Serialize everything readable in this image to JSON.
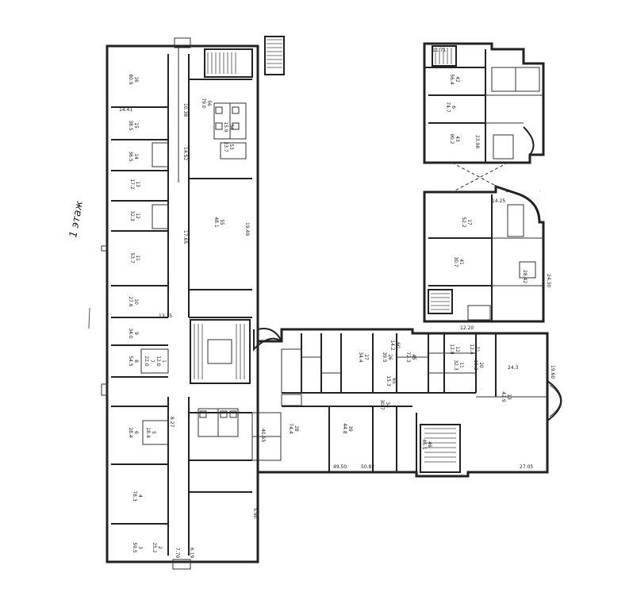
{
  "plan": {
    "floor_note": "1 этаж",
    "colors": {
      "ink": "#222222",
      "paper": "#ffffff"
    },
    "rooms": [
      {
        "num": "16",
        "area": "80.9"
      },
      {
        "num": "15",
        "area": "38.5"
      },
      {
        "num": "14",
        "area": "36.5"
      },
      {
        "num": "13",
        "area": "17.2"
      },
      {
        "num": "12",
        "area": "32.3"
      },
      {
        "num": "11",
        "area": "53.7"
      },
      {
        "num": "10",
        "area": "27.6"
      },
      {
        "num": "9",
        "area": "34.0"
      },
      {
        "num": "8",
        "area": "54.5"
      },
      {
        "num": "7",
        "area": "22.0"
      },
      {
        "num": "6",
        "area": "28.4"
      },
      {
        "num": "5",
        "area": "18.4"
      },
      {
        "num": "4",
        "area": "78.3"
      },
      {
        "num": "3",
        "area": "59.5"
      },
      {
        "num": "2",
        "area": "25.2"
      },
      {
        "num": "1",
        "area": "12.0"
      },
      {
        "num": "56",
        "area": "79.0"
      },
      {
        "num": "55",
        "area": "48.1"
      },
      {
        "num": "54",
        "area": "15.9"
      },
      {
        "num": "53",
        "area": "23.7"
      },
      {
        "num": "28",
        "area": "74.4"
      },
      {
        "num": "39",
        "area": "44.8"
      },
      {
        "num": "34",
        "area": "30.7"
      },
      {
        "num": "27",
        "area": "34.4"
      },
      {
        "num": "26",
        "area": "39.5"
      },
      {
        "num": "65",
        "area": "15.3"
      },
      {
        "num": "45",
        "area": "72.3"
      },
      {
        "num": "46",
        "area": "46.1"
      },
      {
        "num": "21",
        "area": "12.4"
      },
      {
        "num": "20",
        "area": "15.2"
      },
      {
        "num": "11",
        "area": "32.3"
      },
      {
        "num": "12",
        "area": "12.8"
      },
      {
        "num": "13",
        "area": "42.9"
      },
      {
        "num": "17",
        "area": "52.2"
      },
      {
        "num": "41",
        "area": "30.7"
      },
      {
        "num": "42",
        "area": "56.4"
      },
      {
        "num": "43",
        "area": "90.2"
      },
      {
        "num": "6",
        "area": "74.7"
      },
      {
        "num": "60",
        "area": "14.2"
      }
    ],
    "dims": [
      "10.38",
      "14.52",
      "14.41",
      "17.65",
      "19.49",
      "13.15",
      "8.27",
      "7.70",
      "6.19",
      "5.90",
      "11.71",
      "23.98",
      "50.82",
      "49.50",
      "27.05",
      "28.42",
      "14.25",
      "24.3",
      "40.65",
      "19.60",
      "24.30",
      "12.20"
    ]
  }
}
